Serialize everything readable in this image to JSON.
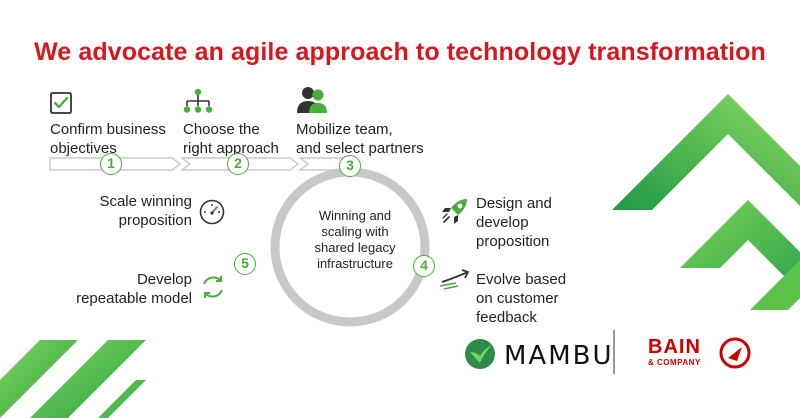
{
  "title": "We advocate an agile approach to technology transformation",
  "steps": [
    {
      "number": "1",
      "line1": "Confirm business",
      "line2": "objectives",
      "icon": "checkbox-icon"
    },
    {
      "number": "2",
      "line1": "Choose the",
      "line2": "right approach",
      "icon": "hierarchy-icon"
    },
    {
      "number": "3",
      "line1": "Mobilize team,",
      "line2": "and select partners",
      "icon": "team-icon"
    }
  ],
  "cycle": {
    "center": [
      "Winning and",
      "scaling with",
      "shared legacy",
      "infrastructure"
    ],
    "step4": {
      "number": "4",
      "design": [
        "Design and",
        "develop",
        "proposition"
      ],
      "evolve": [
        "Evolve based",
        "on customer",
        "feedback"
      ]
    },
    "step5": {
      "number": "5",
      "scale": [
        "Scale winning",
        "proposition"
      ],
      "develop": [
        "Develop",
        "repeatable model"
      ]
    }
  },
  "icons": [
    "rocket-icon",
    "speed-arrow-icon",
    "gauge-icon",
    "cycle-arrows-icon"
  ],
  "brands": {
    "mambu": "MAMBU",
    "bain": "BAIN",
    "bain_sub": "& COMPANY"
  },
  "colors": {
    "accent_red": "#d4181e",
    "accent_green": "#49ad3c",
    "track_gray": "#c8c8c8"
  }
}
